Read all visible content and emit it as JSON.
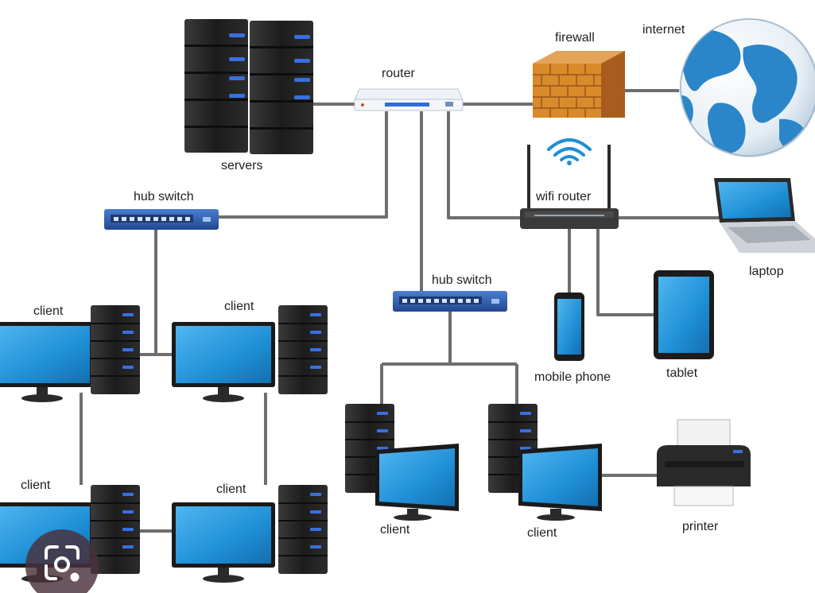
{
  "labels": {
    "servers": "servers",
    "router": "router",
    "firewall": "firewall",
    "internet": "internet",
    "hub_switch_left": "hub switch",
    "hub_switch_center": "hub switch",
    "wifi_router": "wifi router",
    "laptop": "laptop",
    "mobile_phone": "mobile phone",
    "tablet": "tablet",
    "printer": "printer",
    "client_top_left": "client",
    "client_top_right": "client",
    "client_bottom_left": "client",
    "client_bottom_right": "client",
    "client_center_left": "client",
    "client_center_right": "client"
  },
  "colors": {
    "screen_blue": "#1f8fd6",
    "tower_dark": "#1b1b1b",
    "led_blue": "#3a6fe0",
    "switch_blue": "#2f5aa8",
    "firewall_orange": "#d98a2b",
    "globe_ocean": "#2a86c9",
    "wire_gray": "#6e6e6e"
  },
  "overlay": {
    "icon": "lens-camera-icon"
  }
}
